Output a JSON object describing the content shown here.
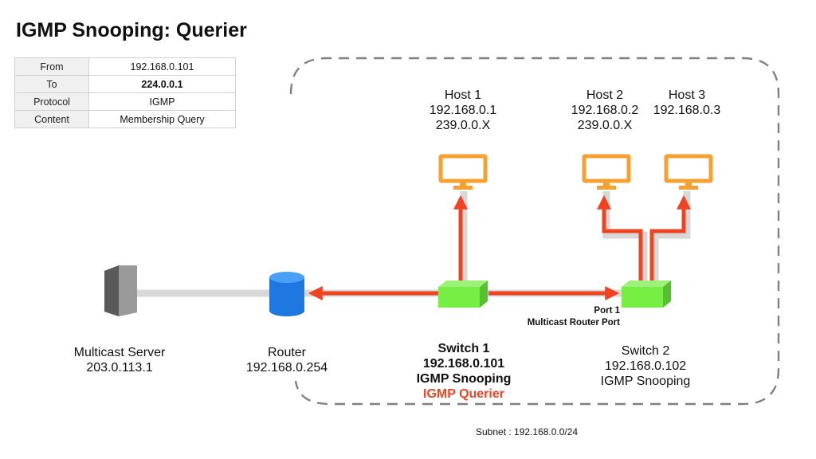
{
  "title": "IGMP Snooping: Querier",
  "packet": [
    {
      "label": "From",
      "value": "192.168.0.101",
      "bold": false
    },
    {
      "label": "To",
      "value": "224.0.0.1",
      "bold": true
    },
    {
      "label": "Protocol",
      "value": "IGMP",
      "bold": false
    },
    {
      "label": "Content",
      "value": "Membership Query",
      "bold": false
    }
  ],
  "nodes": {
    "multicast_server": {
      "name": "Multicast Server",
      "ip": "203.0.113.1"
    },
    "router": {
      "name": "Router",
      "ip": "192.168.0.254"
    },
    "switch1": {
      "name": "Switch 1",
      "ip": "192.168.0.101",
      "feature": "IGMP Snooping",
      "role": "IGMP Querier"
    },
    "switch2": {
      "name": "Switch 2",
      "ip": "192.168.0.102",
      "feature": "IGMP Snooping"
    },
    "host1": {
      "name": "Host 1",
      "ip": "192.168.0.1",
      "group": "239.0.0.X"
    },
    "host2": {
      "name": "Host 2",
      "ip": "192.168.0.2",
      "group": "239.0.0.X"
    },
    "host3": {
      "name": "Host 3",
      "ip": "192.168.0.3"
    }
  },
  "switch2_port": {
    "port": "Port 1",
    "role": "Multicast Router Port"
  },
  "subnet": "Subnet : 192.168.0.0/24",
  "colors": {
    "query_arrow": "#ee4422",
    "switch": "#77ee44",
    "router": "#2288ee",
    "host": "#f5a030",
    "server": "#888888",
    "link": "#d8d8d8",
    "subnet_border": "#808080"
  }
}
